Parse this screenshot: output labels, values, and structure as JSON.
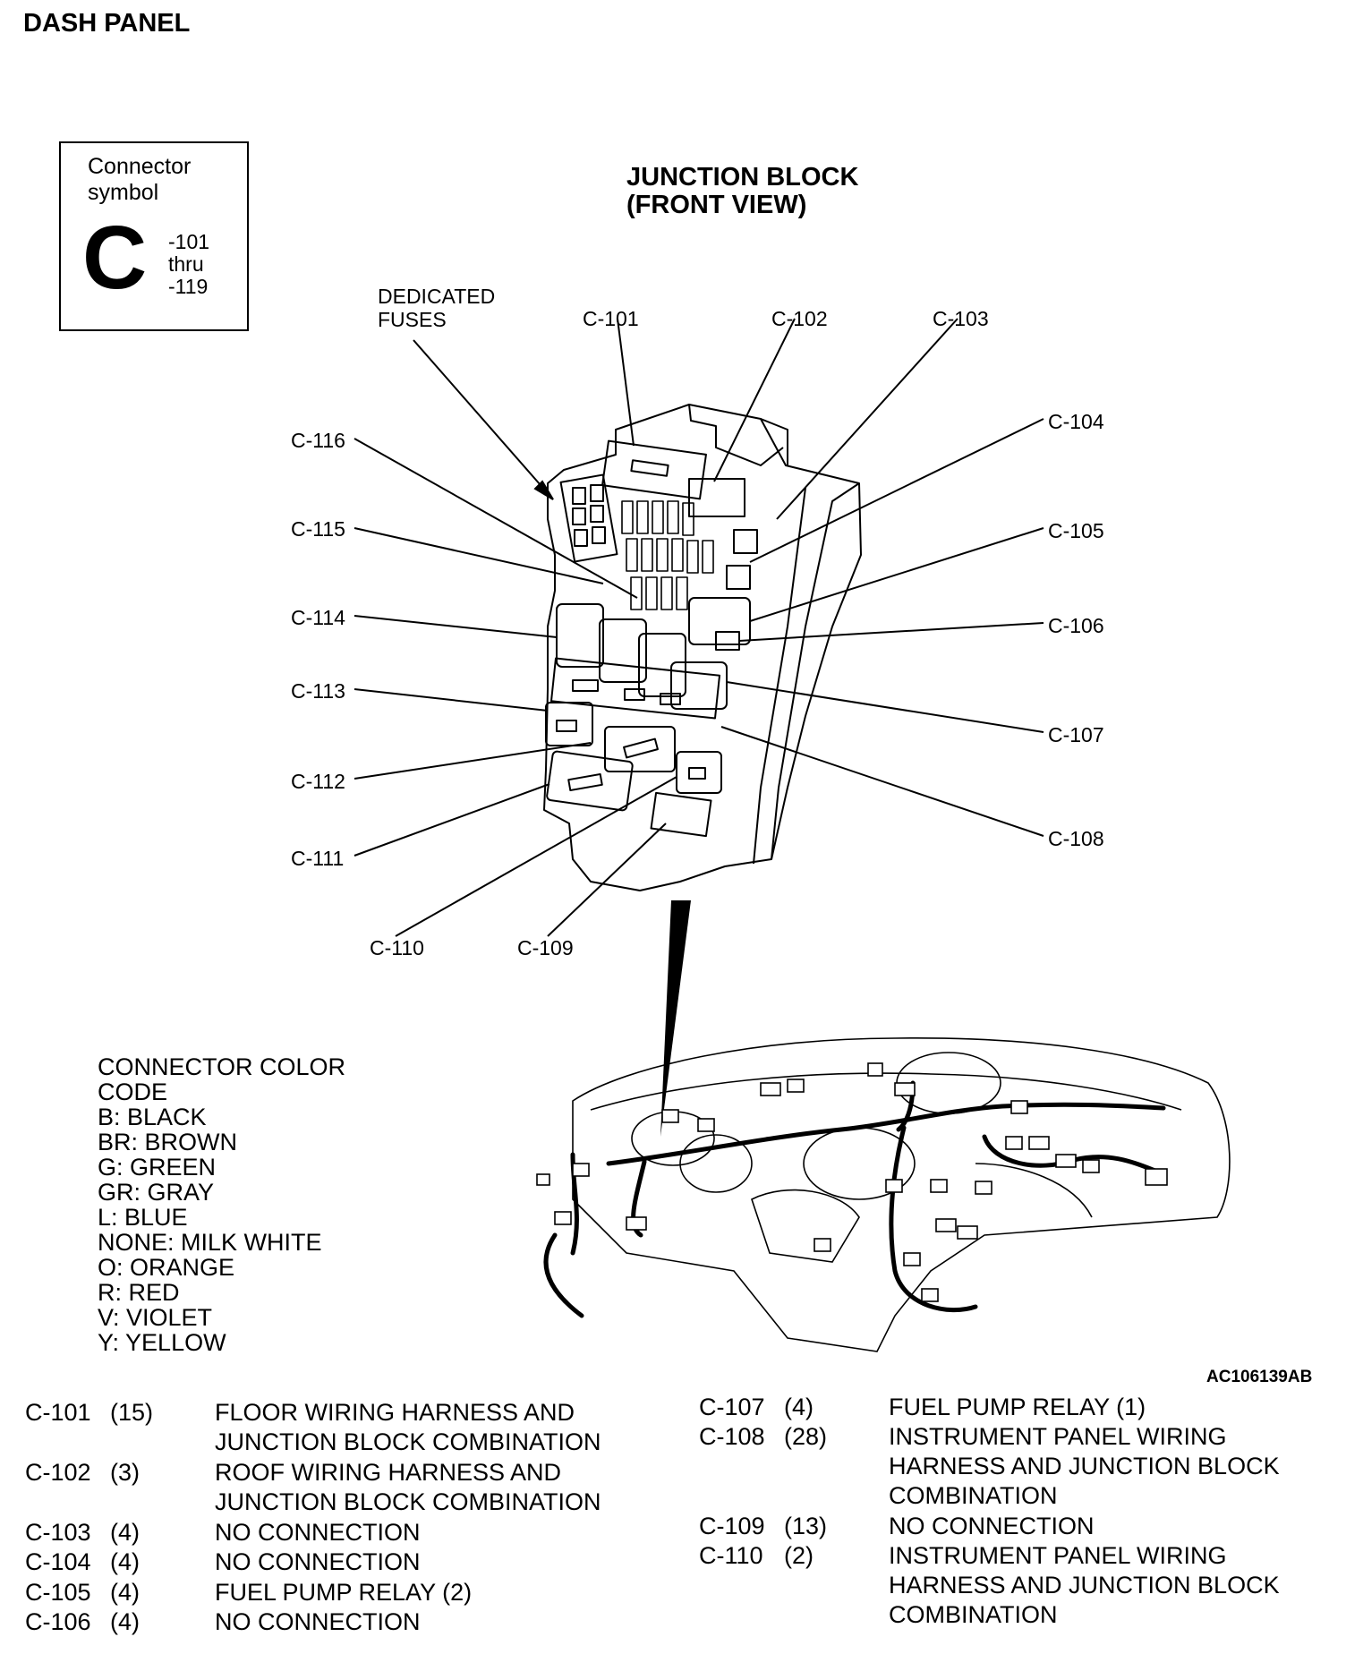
{
  "page_title": "DASH PANEL",
  "connector_symbol": {
    "label": "Connector\nsymbol",
    "letter": "C",
    "range": "-101\nthru\n-119"
  },
  "junction_block_title": "JUNCTION BLOCK\n(FRONT VIEW)",
  "dedicated_fuses_label": "DEDICATED\nFUSES",
  "callouts": {
    "c101": "C-101",
    "c102": "C-102",
    "c103": "C-103",
    "c104": "C-104",
    "c105": "C-105",
    "c106": "C-106",
    "c107": "C-107",
    "c108": "C-108",
    "c109": "C-109",
    "c110": "C-110",
    "c111": "C-111",
    "c112": "C-112",
    "c113": "C-113",
    "c114": "C-114",
    "c115": "C-115",
    "c116": "C-116"
  },
  "color_code": {
    "title": "CONNECTOR COLOR\nCODE",
    "items": [
      "B: BLACK",
      "BR: BROWN",
      "G: GREEN",
      "GR: GRAY",
      "L: BLUE",
      "NONE: MILK WHITE",
      "O: ORANGE",
      "R: RED",
      "V: VIOLET",
      "Y: YELLOW"
    ]
  },
  "figure_id": "AC106139AB",
  "connector_table_left": [
    {
      "id": "C-101",
      "pins": "(15)",
      "desc": "FLOOR WIRING HARNESS AND\nJUNCTION BLOCK COMBINATION"
    },
    {
      "id": "C-102",
      "pins": "(3)",
      "desc": "ROOF WIRING HARNESS AND\nJUNCTION BLOCK COMBINATION"
    },
    {
      "id": "C-103",
      "pins": "(4)",
      "desc": "NO CONNECTION"
    },
    {
      "id": "C-104",
      "pins": "(4)",
      "desc": "NO CONNECTION"
    },
    {
      "id": "C-105",
      "pins": "(4)",
      "desc": "FUEL PUMP RELAY (2)"
    },
    {
      "id": "C-106",
      "pins": "(4)",
      "desc": "NO CONNECTION"
    }
  ],
  "connector_table_right": [
    {
      "id": "C-107",
      "pins": "(4)",
      "desc": "FUEL PUMP RELAY (1)"
    },
    {
      "id": "C-108",
      "pins": "(28)",
      "desc": "INSTRUMENT PANEL WIRING\nHARNESS AND JUNCTION BLOCK\nCOMBINATION"
    },
    {
      "id": "C-109",
      "pins": "(13)",
      "desc": "NO CONNECTION"
    },
    {
      "id": "C-110",
      "pins": "(2)",
      "desc": "INSTRUMENT PANEL WIRING\nHARNESS AND JUNCTION BLOCK\nCOMBINATION"
    }
  ]
}
